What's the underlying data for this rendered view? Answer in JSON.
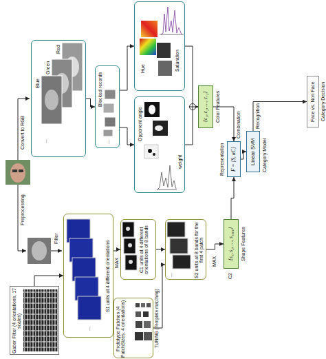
{
  "diagram": {
    "nodes": [
      {
        "text": [
          "Red",
          "Green",
          "Blue"
        ]
      },
      {
        "text": [
          "Blocked records"
        ]
      },
      {
        "text": [
          "Hue",
          "Saturation"
        ]
      },
      {
        "text": [
          "Opponent angle",
          "weight"
        ]
      },
      {
        "text": [
          "{c₁, c₂, …, c₇₂}",
          "Color Features"
        ]
      },
      {
        "text": [
          "F = [S, αC]"
        ]
      },
      {
        "text": [
          "Linear SVM"
        ]
      },
      {
        "text": [
          "Face vs. Non Face"
        ]
      },
      {
        "text": [
          "Gabor Filter (4 orientations, 17 scales)"
        ]
      },
      {
        "text": [
          "S1 units at 4 different orientations"
        ]
      },
      {
        "text": [
          "C1 units at 4 different orientations of 8 bands"
        ]
      },
      {
        "text": [
          "Prototype Patches (4 PatchSizes, 4 orientations)"
        ]
      },
      {
        "text": [
          "S2 units at 8 bands for the first 4 patch"
        ]
      },
      {
        "text": [
          "{s₁, s₂, …, s₁₀₀₀}",
          "Shape Features"
        ]
      }
    ],
    "edges": [
      {
        "from": 0,
        "to": 1,
        "arrow": "to"
      },
      {
        "from": 1,
        "to": 2,
        "arrow": "to"
      },
      {
        "from": 1,
        "to": 3,
        "arrow": "to"
      },
      {
        "from": 2,
        "to": 4,
        "arrow": "to"
      },
      {
        "from": 3,
        "to": 4,
        "arrow": "to"
      },
      {
        "from": 4,
        "to": 5,
        "label": "Combination",
        "arrow": "to"
      },
      {
        "from": 13,
        "to": 5,
        "arrow": "to"
      },
      {
        "from": 5,
        "to": 6,
        "arrow": "to"
      },
      {
        "from": 6,
        "to": 7,
        "label": "Recognition",
        "arrow": "to"
      },
      {
        "from": 8,
        "to": 9,
        "arrow": "to"
      },
      {
        "from": 9,
        "to": 10,
        "label": "MAX",
        "arrow": "to"
      },
      {
        "from": 10,
        "to": 12,
        "arrow": "to"
      },
      {
        "from": 11,
        "to": 12,
        "label": "TUNING (Template matching)",
        "arrow": "to"
      },
      {
        "from": 12,
        "to": 13,
        "label": "MAX",
        "arrow": "to"
      }
    ],
    "labels": [
      "Convert to RGB",
      "Preprocessing",
      "Filter",
      "Representation",
      "Category Model",
      "Category Decision",
      "C2",
      "...",
      "...",
      "...",
      "..."
    ]
  }
}
